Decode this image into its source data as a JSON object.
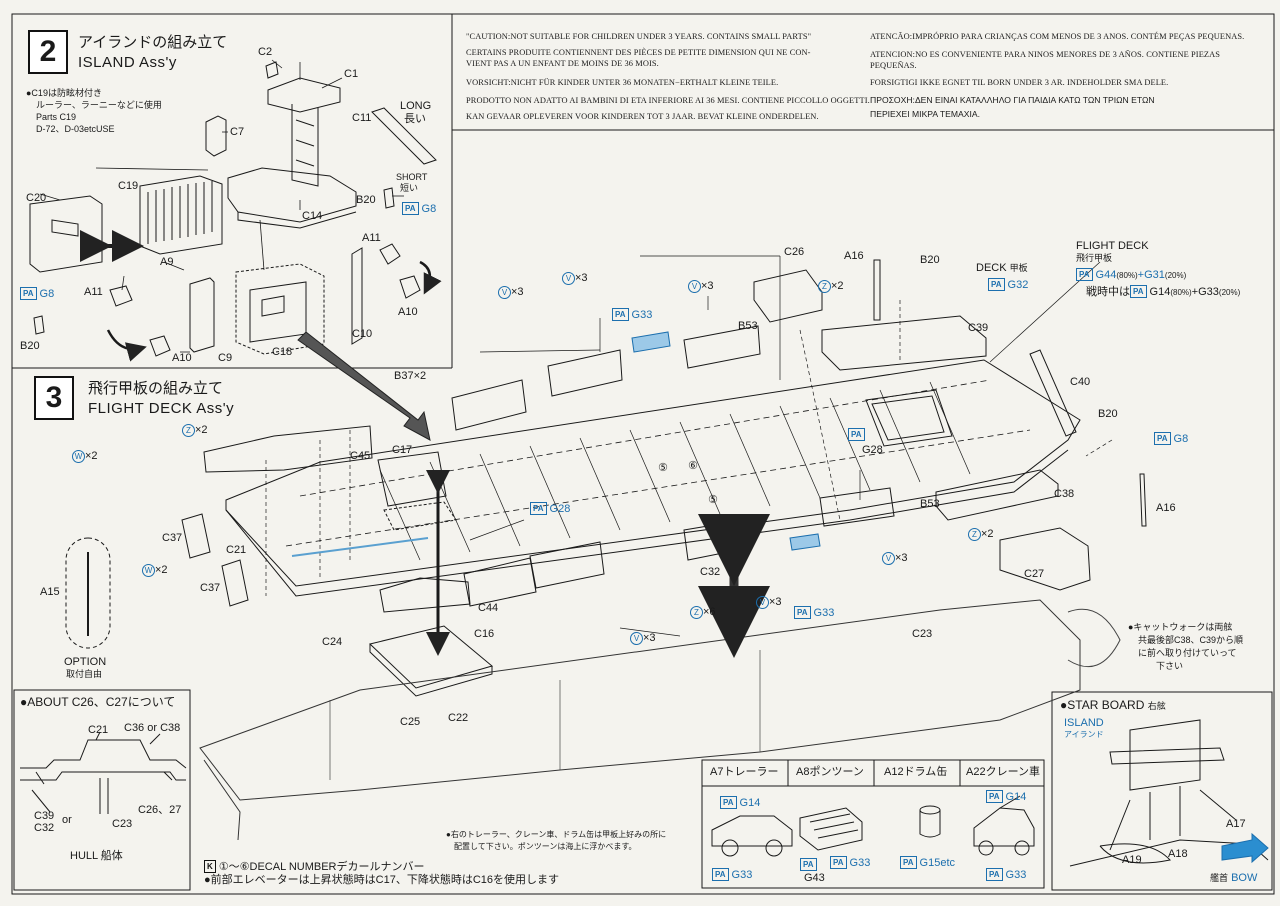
{
  "caution": {
    "lines_left": [
      "\"CAUTION:NOT SUITABLE FOR CHILDREN UNDER 3 YEARS. CONTAINS SMALL PARTS\"",
      "CERTAINS PRODUITE CONTIENNENT DES PIÈCES DE PETITE DIMENSION QUI NE CON-",
      "VIENT PAS A UN ENFANT DE MOINS DE 36 MOIS.",
      "VORSICHT:NICHT FÜR KINDER UNTER 36 MONATEN−ERTHALT KLEINE TEILE.",
      "PRODOTTO NON ADATTO AI BAMBINI DI ETA INFERIORE AI 36 MESI. CONTIENE PICCOLLO OGGETTI.",
      "KAN GEVAAR OPLEVEREN VOOR KINDEREN TOT 3 JAAR. BEVAT KLEINE ONDERDELEN."
    ],
    "lines_right": [
      "ATENCÃO:IMPRÓPRIO PARA CRIANÇAS COM MENOS DE 3 ANOS. CONTÉM PEÇAS PEQUENAS.",
      "ATENCION:NO ES CONVENIENTE PARA NINOS MENORES DE 3 AÑOS. CONTIENE PIEZAS",
      "PEQUEÑAS.",
      "FORSIGTIGI IKKE EGNET TIL BORN UNDER 3 AR.  INDEHOLDER SMA DELE.",
      "ΠΡΟΣΟΧΗ:ΔΕΝ ΕΙΝΑΙ ΚΑΤΑΛΛΗΛΟ ΓΙΑ ΠΑΙΔΙΑ ΚΑΤΩ ΤΩΝ ΤΡΙΩΝ ΕΤΩΝ",
      "ΠΕΡΙΕΧΕΙ ΜΙΚΡΑ ΤΕΜΑΧΙΑ."
    ]
  },
  "step2": {
    "number": "2",
    "title_jp": "アイランドの組み立て",
    "title_en": "ISLAND Ass'y",
    "note_jp1": "●C19は防眩材付き",
    "note_jp2": "ルーラー、ラーニーなどに使用",
    "note_parts": "Parts C19",
    "note_use": "D-72、D-03etcUSE",
    "long_en": "LONG",
    "long_jp": "長い",
    "short_en": "SHORT",
    "short_jp": "短い",
    "pa": "PA",
    "g8": "G8",
    "labels": [
      "C2",
      "C1",
      "C7",
      "C11",
      "C20",
      "C19",
      "C14",
      "B20",
      "A9",
      "A11",
      "A11",
      "C10",
      "A10",
      "A10",
      "C9",
      "C18",
      "B20"
    ]
  },
  "step3": {
    "number": "3",
    "title_jp": "飛行甲板の組み立て",
    "title_en": "FLIGHT DECK Ass'y",
    "flight_deck_en": "FLIGHT DECK",
    "flight_deck_jp": "飛行甲板",
    "g44": "G44",
    "pct80": "(80%)",
    "plus": "+",
    "g31": "G31",
    "pct20": "(20%)",
    "wartime_jp": "戦時中は",
    "g14": "G14",
    "g33": "G33",
    "deck_en": "DECK",
    "deck_jp": "甲板",
    "g32": "G32",
    "g28": "G28",
    "g8": "G8",
    "b37x2": "B37×2",
    "x2": "×2",
    "x3": "×3",
    "x6": "×6",
    "labels": [
      "C26",
      "A16",
      "B20",
      "C39",
      "C40",
      "B20",
      "C38",
      "A16",
      "C27",
      "B53",
      "B53",
      "C17",
      "C45",
      "C37",
      "C21",
      "C37",
      "A15",
      "C24",
      "C44",
      "C16",
      "C32",
      "C25",
      "C22",
      "C23"
    ],
    "option_en": "OPTION",
    "option_jp": "取付自由",
    "catwalk_jp1": "●キャットウォークは両舷",
    "catwalk_jp2": "共最後部C38、C39から順",
    "catwalk_jp3": "に前へ取り付けていって",
    "catwalk_jp4": "下さい",
    "vehicle_note1": "●右のトレーラー、クレーン車、ドラム缶は甲板上好みの所に",
    "vehicle_note2": "配置して下さい。ポンツーンは海上に浮かべます。",
    "decal_note": "①〜⑥DECAL NUMBERデカールナンバー",
    "elevator_note": "●前部エレベーターは上昇状態時はC17、下降状態時はC16を使用します",
    "decal_nums": [
      "⑤",
      "⑥",
      "⑤"
    ]
  },
  "about": {
    "title": "●ABOUT C26、C27について",
    "c21": "C21",
    "c36c38": "C36 or C38",
    "c2627": "C26、27",
    "c39": "C39",
    "or": "or",
    "c32": "C32",
    "c23": "C23",
    "hull": "HULL 船体"
  },
  "vehicles": {
    "headers": [
      "A7トレーラー",
      "A8ポンツーン",
      "A12ドラム缶",
      "A22クレーン車"
    ],
    "g14": "G14",
    "g33": "G33",
    "g43": "G43",
    "g15etc": "G15etc"
  },
  "starboard": {
    "title": "●STAR BOARD",
    "title_jp": "右舷",
    "island_en": "ISLAND",
    "island_jp": "アイランド",
    "a17": "A17",
    "a18": "A18",
    "a19": "A19",
    "bow_jp": "艦首",
    "bow_en": "BOW"
  },
  "colors": {
    "accent_blue": "#1c6fae",
    "line": "#1a1a1a",
    "paper": "#f4f3ee"
  }
}
